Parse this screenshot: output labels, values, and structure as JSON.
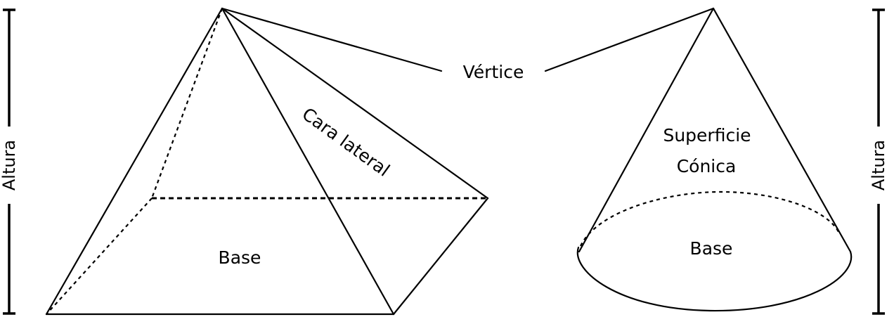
{
  "labels": {
    "vertex": "Vértice",
    "lateral_face": "Cara lateral",
    "pyramid_base": "Base",
    "conic_surface_line1": "Superficie",
    "conic_surface_line2": "Cónica",
    "cone_base": "Base",
    "height_left": "Altura",
    "height_right": "Altura"
  }
}
